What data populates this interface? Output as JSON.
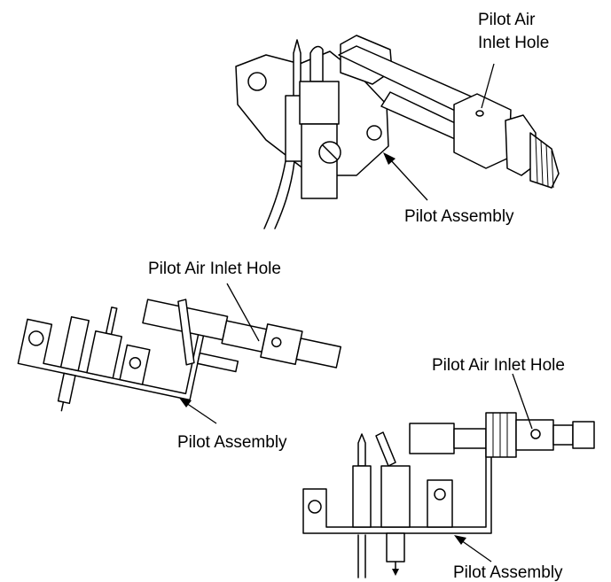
{
  "diagram_1": {
    "label_air_line1": "Pilot Air",
    "label_air_line2": "Inlet Hole",
    "label_assembly": "Pilot Assembly"
  },
  "diagram_2": {
    "label_air": "Pilot Air Inlet Hole",
    "label_assembly": "Pilot Assembly"
  },
  "diagram_3": {
    "label_air": "Pilot Air Inlet Hole",
    "label_assembly": "Pilot Assembly"
  },
  "colors": {
    "ink": "#000000",
    "paper": "#ffffff"
  }
}
